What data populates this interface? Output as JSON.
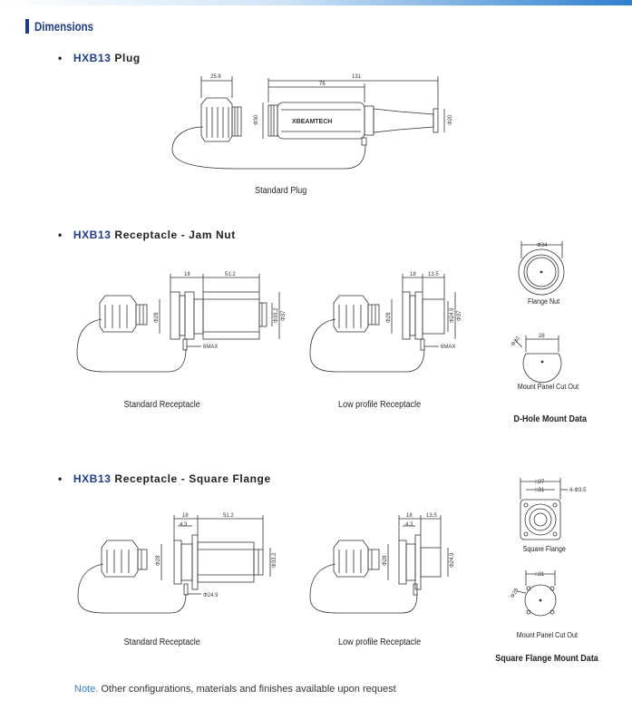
{
  "header": {
    "title": "Dimensions"
  },
  "sections": {
    "plug": {
      "bullet": "•",
      "model": "HXB13",
      "rest": " Plug",
      "caption": "Standard Plug"
    },
    "jamnut": {
      "bullet": "•",
      "model": "HXB13",
      "rest": " Receptacle - Jam Nut",
      "caption_std": "Standard Receptacle",
      "caption_low": "Low profile Receptacle",
      "caption_flange_nut": "Flange Nut",
      "caption_cutout": "Mount Panel Cut Out",
      "caption_group": "D-Hole Mount Data"
    },
    "square": {
      "bullet": "•",
      "model": "HXB13",
      "rest": " Receptacle - Square Flange",
      "caption_std": "Standard Receptacle",
      "caption_low": "Low profile Receptacle",
      "caption_flange": "Square Flange",
      "caption_cutout": "Mount Panel Cut Out",
      "caption_group": "Square Flange Mount Data"
    }
  },
  "dims": {
    "plug": {
      "d1": "25.8",
      "d2": "76",
      "d3": "131",
      "d4": "Φ30",
      "d5": "Φ20",
      "brand": "XBEAMTECH"
    },
    "jam_std": {
      "d1": "18",
      "d2": "51.2",
      "d3": "Φ28",
      "d4": "Φ33.2",
      "d5": "Φ37",
      "d6": "6MAX"
    },
    "jam_low": {
      "d1": "18",
      "d2": "13.5",
      "d3": "Φ28",
      "d4": "Φ24.9",
      "d5": "Φ37",
      "d6": "6MAX"
    },
    "flange_nut": {
      "d1": "Φ34"
    },
    "cutout_d": {
      "d1": "28",
      "d2": "Φ30"
    },
    "sq_std": {
      "d1": "18",
      "d2": "4.3",
      "d3": "51.2",
      "d4": "Φ28",
      "d5": "Φ33.2",
      "d6": "Φ24.9"
    },
    "sq_low": {
      "d1": "18",
      "d2": "4.3",
      "d3": "13.5",
      "d4": "Φ28",
      "d5": "Φ24.9"
    },
    "sq_flange": {
      "d1": "□37",
      "d2": "□31",
      "d3": "4-Φ3.5"
    },
    "sq_cut": {
      "d1": "□31",
      "d2": "Φ28"
    }
  },
  "note": {
    "label": "Note.",
    "text": " Other configurations, materials and finishes available upon request"
  }
}
